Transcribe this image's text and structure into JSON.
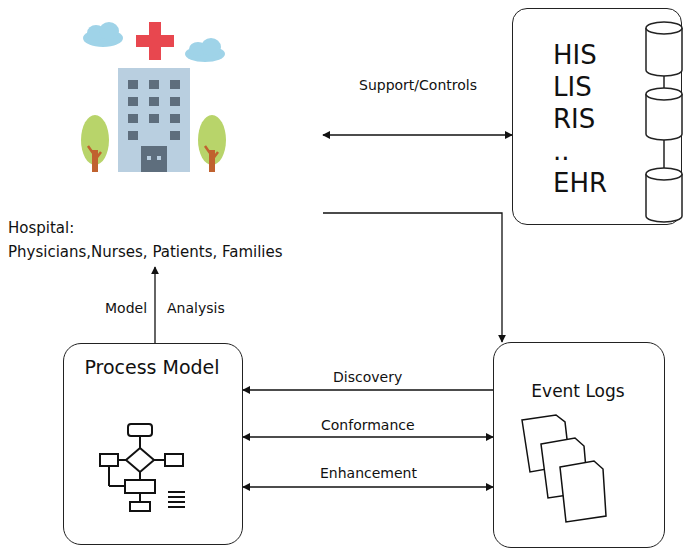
{
  "diagram": {
    "nodes": [
      {
        "text": [
          "Hospital:",
          "Physicians,Nurses, Patients, Families"
        ]
      },
      {
        "text": [
          "HIS LIS RIS .. EHR"
        ]
      },
      {
        "text": [
          "Process Model"
        ]
      },
      {
        "text": [
          "Event Logs"
        ]
      }
    ],
    "edges": [
      {
        "from": 0,
        "to": 1,
        "arrow": "both",
        "label": "Support/Controls"
      },
      {
        "from": 0,
        "to": 3,
        "arrow": "to"
      },
      {
        "from": 3,
        "to": 2,
        "arrow": "to",
        "label": "Discovery"
      },
      {
        "from": 2,
        "to": 3,
        "arrow": "both",
        "label": "Conformance"
      },
      {
        "from": 2,
        "to": 3,
        "arrow": "both",
        "label": "Enhancement"
      },
      {
        "from": 2,
        "to": 0,
        "arrow": "to"
      }
    ],
    "labels": [
      "Model",
      "Analysis"
    ]
  }
}
